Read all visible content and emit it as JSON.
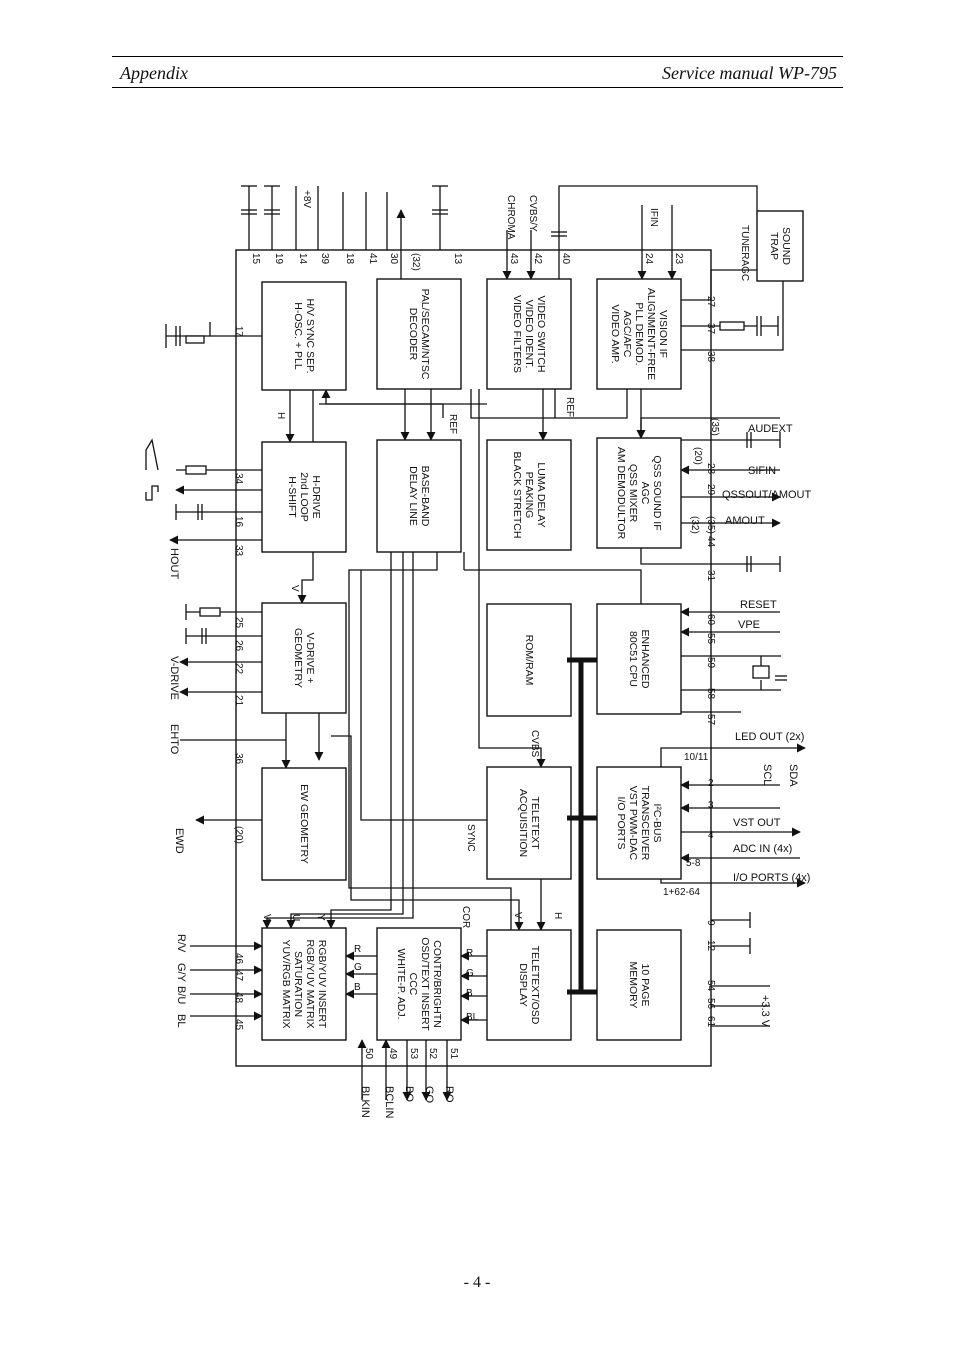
{
  "header": {
    "left": "Appendix",
    "right": "Service manual WP-795"
  },
  "footer": {
    "page": "- 4 -"
  },
  "blocks": [
    [
      "VISION IF",
      "ALIGNMENT-FREE",
      "PLL DEMOD.",
      "AGC/AFC",
      "VIDEO AMP."
    ],
    [
      "VIDEO SWITCH",
      "VIDEO IDENT.",
      "VIDEO FILTERS"
    ],
    [
      "PAL/SECAM/NTSC",
      "DECODER"
    ],
    [
      "H/V SYNC SEP.",
      "H-OSC. + PLL"
    ],
    [
      "QSS SOUND IF",
      "AGC",
      "QSS MIXER",
      "AM DEMODULTOR"
    ],
    [
      "LUMA DELAY",
      "PEAKING",
      "BLACK STRETCH"
    ],
    [
      "BASE-BAND",
      "DELAY LINE"
    ],
    [
      "H-DRIVE",
      "2nd LOOP",
      "H-SHIFT"
    ],
    [
      "ENHANCED",
      "80C51 CPU"
    ],
    [
      "ROM/RAM"
    ],
    [
      "V-DRIVE +",
      "GEOMETRY"
    ],
    [
      "I²C-BUS",
      "TRANSCEIVER",
      "VST PWM-DAC",
      "I/O PORTS"
    ],
    [
      "TELETEXT",
      "ACQUISITION"
    ],
    [
      "EW GEOMETRY"
    ],
    [
      "10 PAGE",
      "MEMORY"
    ],
    [
      "TELETEXT/OSD",
      "DISPLAY"
    ],
    [
      "CONTR/BRIGHTN",
      "OSD/TEXT INSERT",
      "CCC",
      "WHITE-P. ADJ."
    ],
    [
      "RGB/YUV INSERT",
      "RGB/YUV MATRIX",
      "SATURATION",
      "YUV/RGB MATRIX"
    ],
    [
      "SOUND",
      "TRAP"
    ]
  ],
  "pins": [
    "15",
    "19",
    "14",
    "39",
    "18",
    "41",
    "30",
    "(32)",
    "13",
    "43",
    "42",
    "40",
    "24",
    "23",
    "27",
    "37",
    "38",
    "17",
    "(35)",
    "(20)",
    "28",
    "29",
    "(35)",
    "(32)",
    "44",
    "31",
    "34",
    "16",
    "33",
    "60",
    "55",
    "59",
    "58",
    "57",
    "25",
    "26",
    "22",
    "21",
    "36",
    "10/11",
    "2",
    "3",
    "4",
    "5-8",
    "1+62-64",
    "(20)",
    "9",
    "12",
    "54",
    "56",
    "61",
    "46",
    "47",
    "48",
    "45",
    "50",
    "49",
    "53",
    "52",
    "51"
  ],
  "signals": [
    "+8V",
    "CHROMA",
    "CVBS/Y",
    "IFIN",
    "TUNERAGC",
    "AUDEXT",
    "SIFIN",
    "QSSOUT/AMOUT",
    "AMOUT",
    "RESET",
    "VPE",
    "LED OUT (2x)",
    "SCL",
    "SDA",
    "VST OUT",
    "ADC IN (4x)",
    "I/O PORTS (4x)",
    "+3.3 V",
    "HOUT",
    "V-DRIVE",
    "EHTO",
    "EWD",
    "R/V",
    "G/Y",
    "B/U",
    "BL",
    "BLKIN",
    "BCLIN",
    "BO",
    "GO",
    "RO"
  ],
  "net_labels": [
    "REF",
    "REF",
    "H",
    "V",
    "CVBS",
    "SYNC",
    "COR",
    "H",
    "V",
    "R",
    "G",
    "B",
    "R",
    "G",
    "B",
    "BL",
    "Y",
    "U",
    "V"
  ]
}
